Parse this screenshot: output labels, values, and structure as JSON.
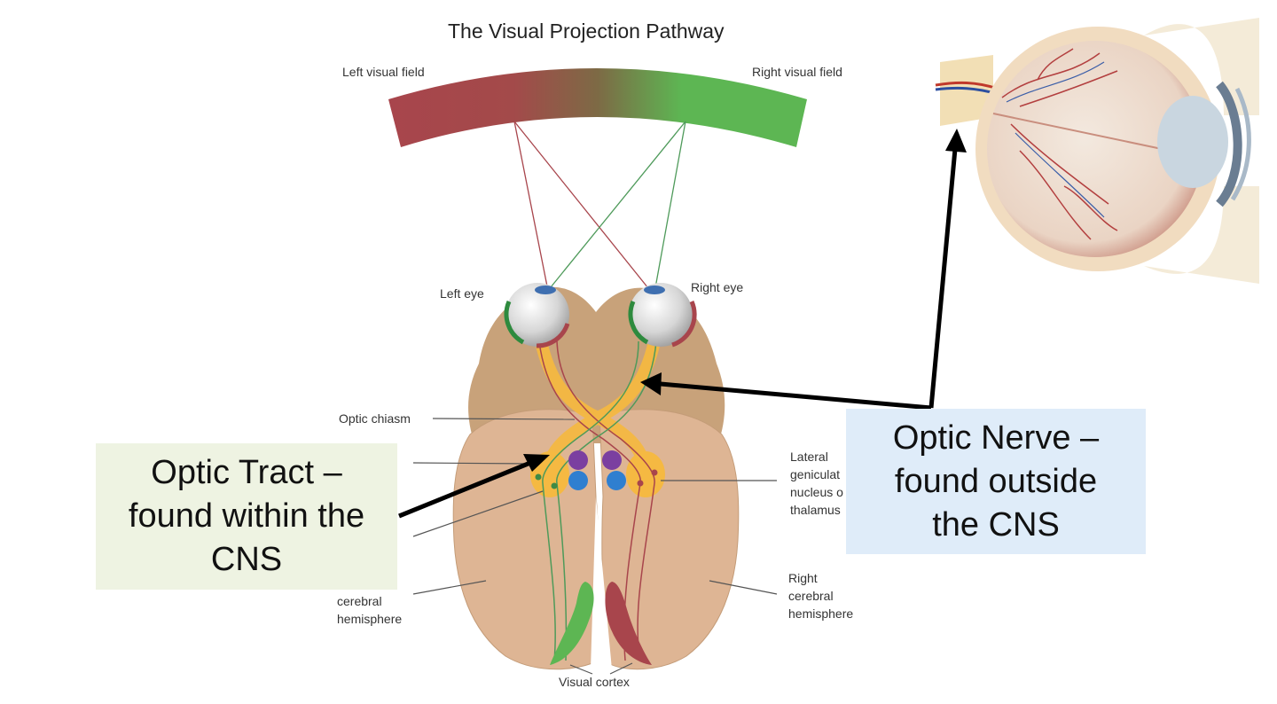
{
  "title": "The Visual Projection Pathway",
  "labels": {
    "left_visual_field": "Left visual field",
    "right_visual_field": "Right visual field",
    "left_eye": "Left eye",
    "right_eye": "Right eye",
    "optic_chiasm": "Optic chiasm",
    "lateral_geniculate": [
      "Lateral",
      "geniculat",
      "nucleus o",
      "thalamus"
    ],
    "left_hemisphere": [
      "cerebral",
      "hemisphere"
    ],
    "right_hemisphere": [
      "Right",
      "cerebral",
      "hemisphere"
    ],
    "visual_cortex": "Visual cortex"
  },
  "callouts": {
    "optic_tract": [
      "Optic Tract –",
      "found within the",
      "CNS"
    ],
    "optic_nerve": [
      "Optic Nerve –",
      "found outside",
      "the CNS"
    ]
  },
  "colors": {
    "left_field": "#a8454c",
    "right_field": "#5db653",
    "pathway": "#f5b942",
    "brain_outer": "#c8a27a",
    "brain_inner": "#deb594",
    "callout_green_bg": "#eef3e2",
    "callout_blue_bg": "#dfecf9"
  }
}
